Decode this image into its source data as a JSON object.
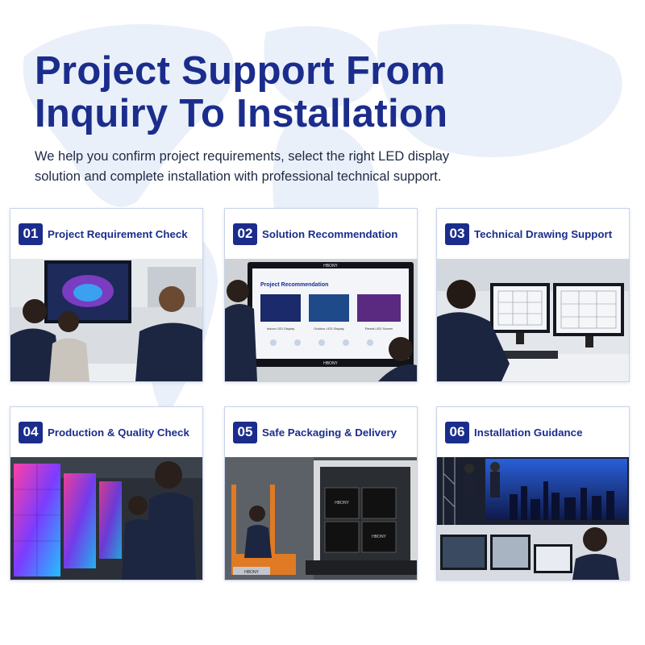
{
  "header": {
    "title_line1": "Project Support From",
    "title_line2": "Inquiry To Installation",
    "subtitle_line1": "We help you confirm project requirements, select the right LED display",
    "subtitle_line2": "solution and complete installation with professional technical support."
  },
  "steps": [
    {
      "number": "01",
      "title": "Project Requirement Check"
    },
    {
      "number": "02",
      "title": "Solution Recommendation"
    },
    {
      "number": "03",
      "title": "Technical Drawing Support"
    },
    {
      "number": "04",
      "title": "Production & Quality Check"
    },
    {
      "number": "05",
      "title": "Safe Packaging & Delivery"
    },
    {
      "number": "06",
      "title": "Installation Guidance"
    }
  ],
  "screen_text": {
    "brand": "HBONY",
    "recommendation_title": "Project Recommendation",
    "rec_option1": "Indoor LED Display",
    "rec_option2": "Outdoor LED Display",
    "rec_option3": "Rental LED Screen"
  },
  "colors": {
    "primary": "#1b2d8c",
    "text": "#1f2a44",
    "card_border": "#c9d3ea",
    "map": "#e8eef8"
  }
}
